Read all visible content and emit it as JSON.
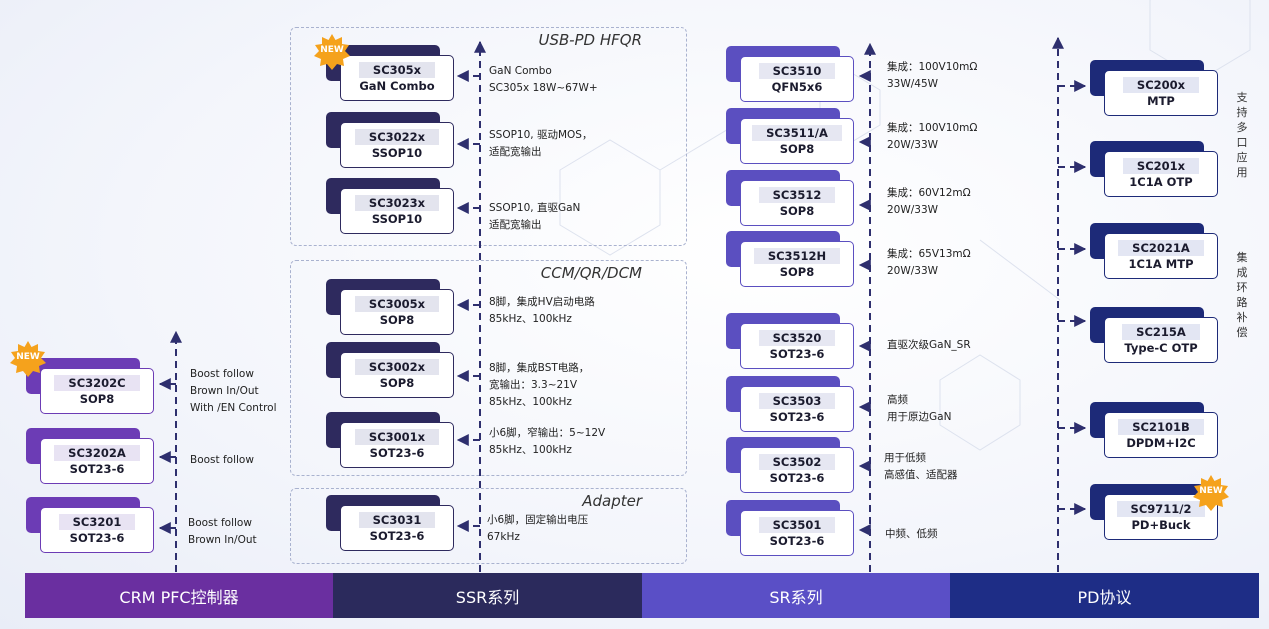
{
  "groups": {
    "hfqr": "USB-PD HFQR",
    "ccm": "CCM/QR/DCM",
    "adapter": "Adapter"
  },
  "badge": "NEW",
  "pfc": [
    {
      "name": "SC3202C",
      "pkg": "SOP8",
      "desc": [
        "Boost follow",
        "Brown In/Out",
        "With /EN Control"
      ]
    },
    {
      "name": "SC3202A",
      "pkg": "SOT23-6",
      "desc": [
        "Boost follow"
      ]
    },
    {
      "name": "SC3201",
      "pkg": "SOT23-6",
      "desc": [
        "Boost follow",
        "Brown In/Out"
      ]
    }
  ],
  "ssr": [
    {
      "name": "SC305x",
      "pkg": "GaN Combo",
      "desc": [
        "GaN Combo",
        "SC305x  18W~67W+"
      ]
    },
    {
      "name": "SC3022x",
      "pkg": "SSOP10",
      "desc": [
        "SSOP10, 驱动MOS，",
        "适配宽输出"
      ]
    },
    {
      "name": "SC3023x",
      "pkg": "SSOP10",
      "desc": [
        "SSOP10, 直驱GaN",
        "适配宽输出"
      ]
    },
    {
      "name": "SC3005x",
      "pkg": "SOP8",
      "desc": [
        "8脚，集成HV启动电路",
        "85kHz、100kHz"
      ]
    },
    {
      "name": "SC3002x",
      "pkg": "SOP8",
      "desc": [
        "8脚，集成BST电路，",
        "宽输出：3.3~21V",
        "85kHz、100kHz"
      ]
    },
    {
      "name": "SC3001x",
      "pkg": "SOT23-6",
      "desc": [
        "小6脚，窄输出：5~12V",
        "85kHz、100kHz"
      ]
    },
    {
      "name": "SC3031",
      "pkg": "SOT23-6",
      "desc": [
        "小6脚，固定输出电压",
        "67kHz"
      ]
    }
  ],
  "sr": [
    {
      "name": "SC3510",
      "pkg": "QFN5x6",
      "desc": [
        "集成：100V10mΩ",
        "33W/45W"
      ]
    },
    {
      "name": "SC3511/A",
      "pkg": "SOP8",
      "desc": [
        "集成：100V10mΩ",
        "20W/33W"
      ]
    },
    {
      "name": "SC3512",
      "pkg": "SOP8",
      "desc": [
        "集成：60V12mΩ",
        "20W/33W"
      ]
    },
    {
      "name": "SC3512H",
      "pkg": "SOP8",
      "desc": [
        "集成：65V13mΩ",
        "20W/33W"
      ]
    },
    {
      "name": "SC3520",
      "pkg": "SOT23-6",
      "desc": [
        "直驱次级GaN_SR"
      ]
    },
    {
      "name": "SC3503",
      "pkg": "SOT23-6",
      "desc": [
        "高频",
        "用于原边GaN"
      ]
    },
    {
      "name": "SC3502",
      "pkg": "SOT23-6",
      "desc": [
        "用于低频",
        "高感值、适配器"
      ]
    },
    {
      "name": "SC3501",
      "pkg": "SOT23-6",
      "desc": [
        "中频、低频"
      ]
    }
  ],
  "pd": [
    {
      "name": "SC200x",
      "pkg": "MTP"
    },
    {
      "name": "SC201x",
      "pkg": "1C1A OTP"
    },
    {
      "name": "SC2021A",
      "pkg": "1C1A MTP"
    },
    {
      "name": "SC215A",
      "pkg": "Type-C OTP"
    },
    {
      "name": "SC2101B",
      "pkg": "DPDM+I2C"
    },
    {
      "name": "SC9711/2",
      "pkg": "PD+Buck"
    }
  ],
  "side_labels": {
    "multi_port": "支持多口应用",
    "integrated": "集成环路补偿"
  },
  "footer": [
    {
      "label": "CRM PFC控制器",
      "color": "#6a2fa0"
    },
    {
      "label": "SSR系列",
      "color": "#2b2a5c"
    },
    {
      "label": "SR系列",
      "color": "#5a4fc6"
    },
    {
      "label": "PD协议",
      "color": "#1e2d86"
    }
  ],
  "colors": {
    "arrow": "#2e2f6e",
    "badge": "#f5a21c"
  }
}
